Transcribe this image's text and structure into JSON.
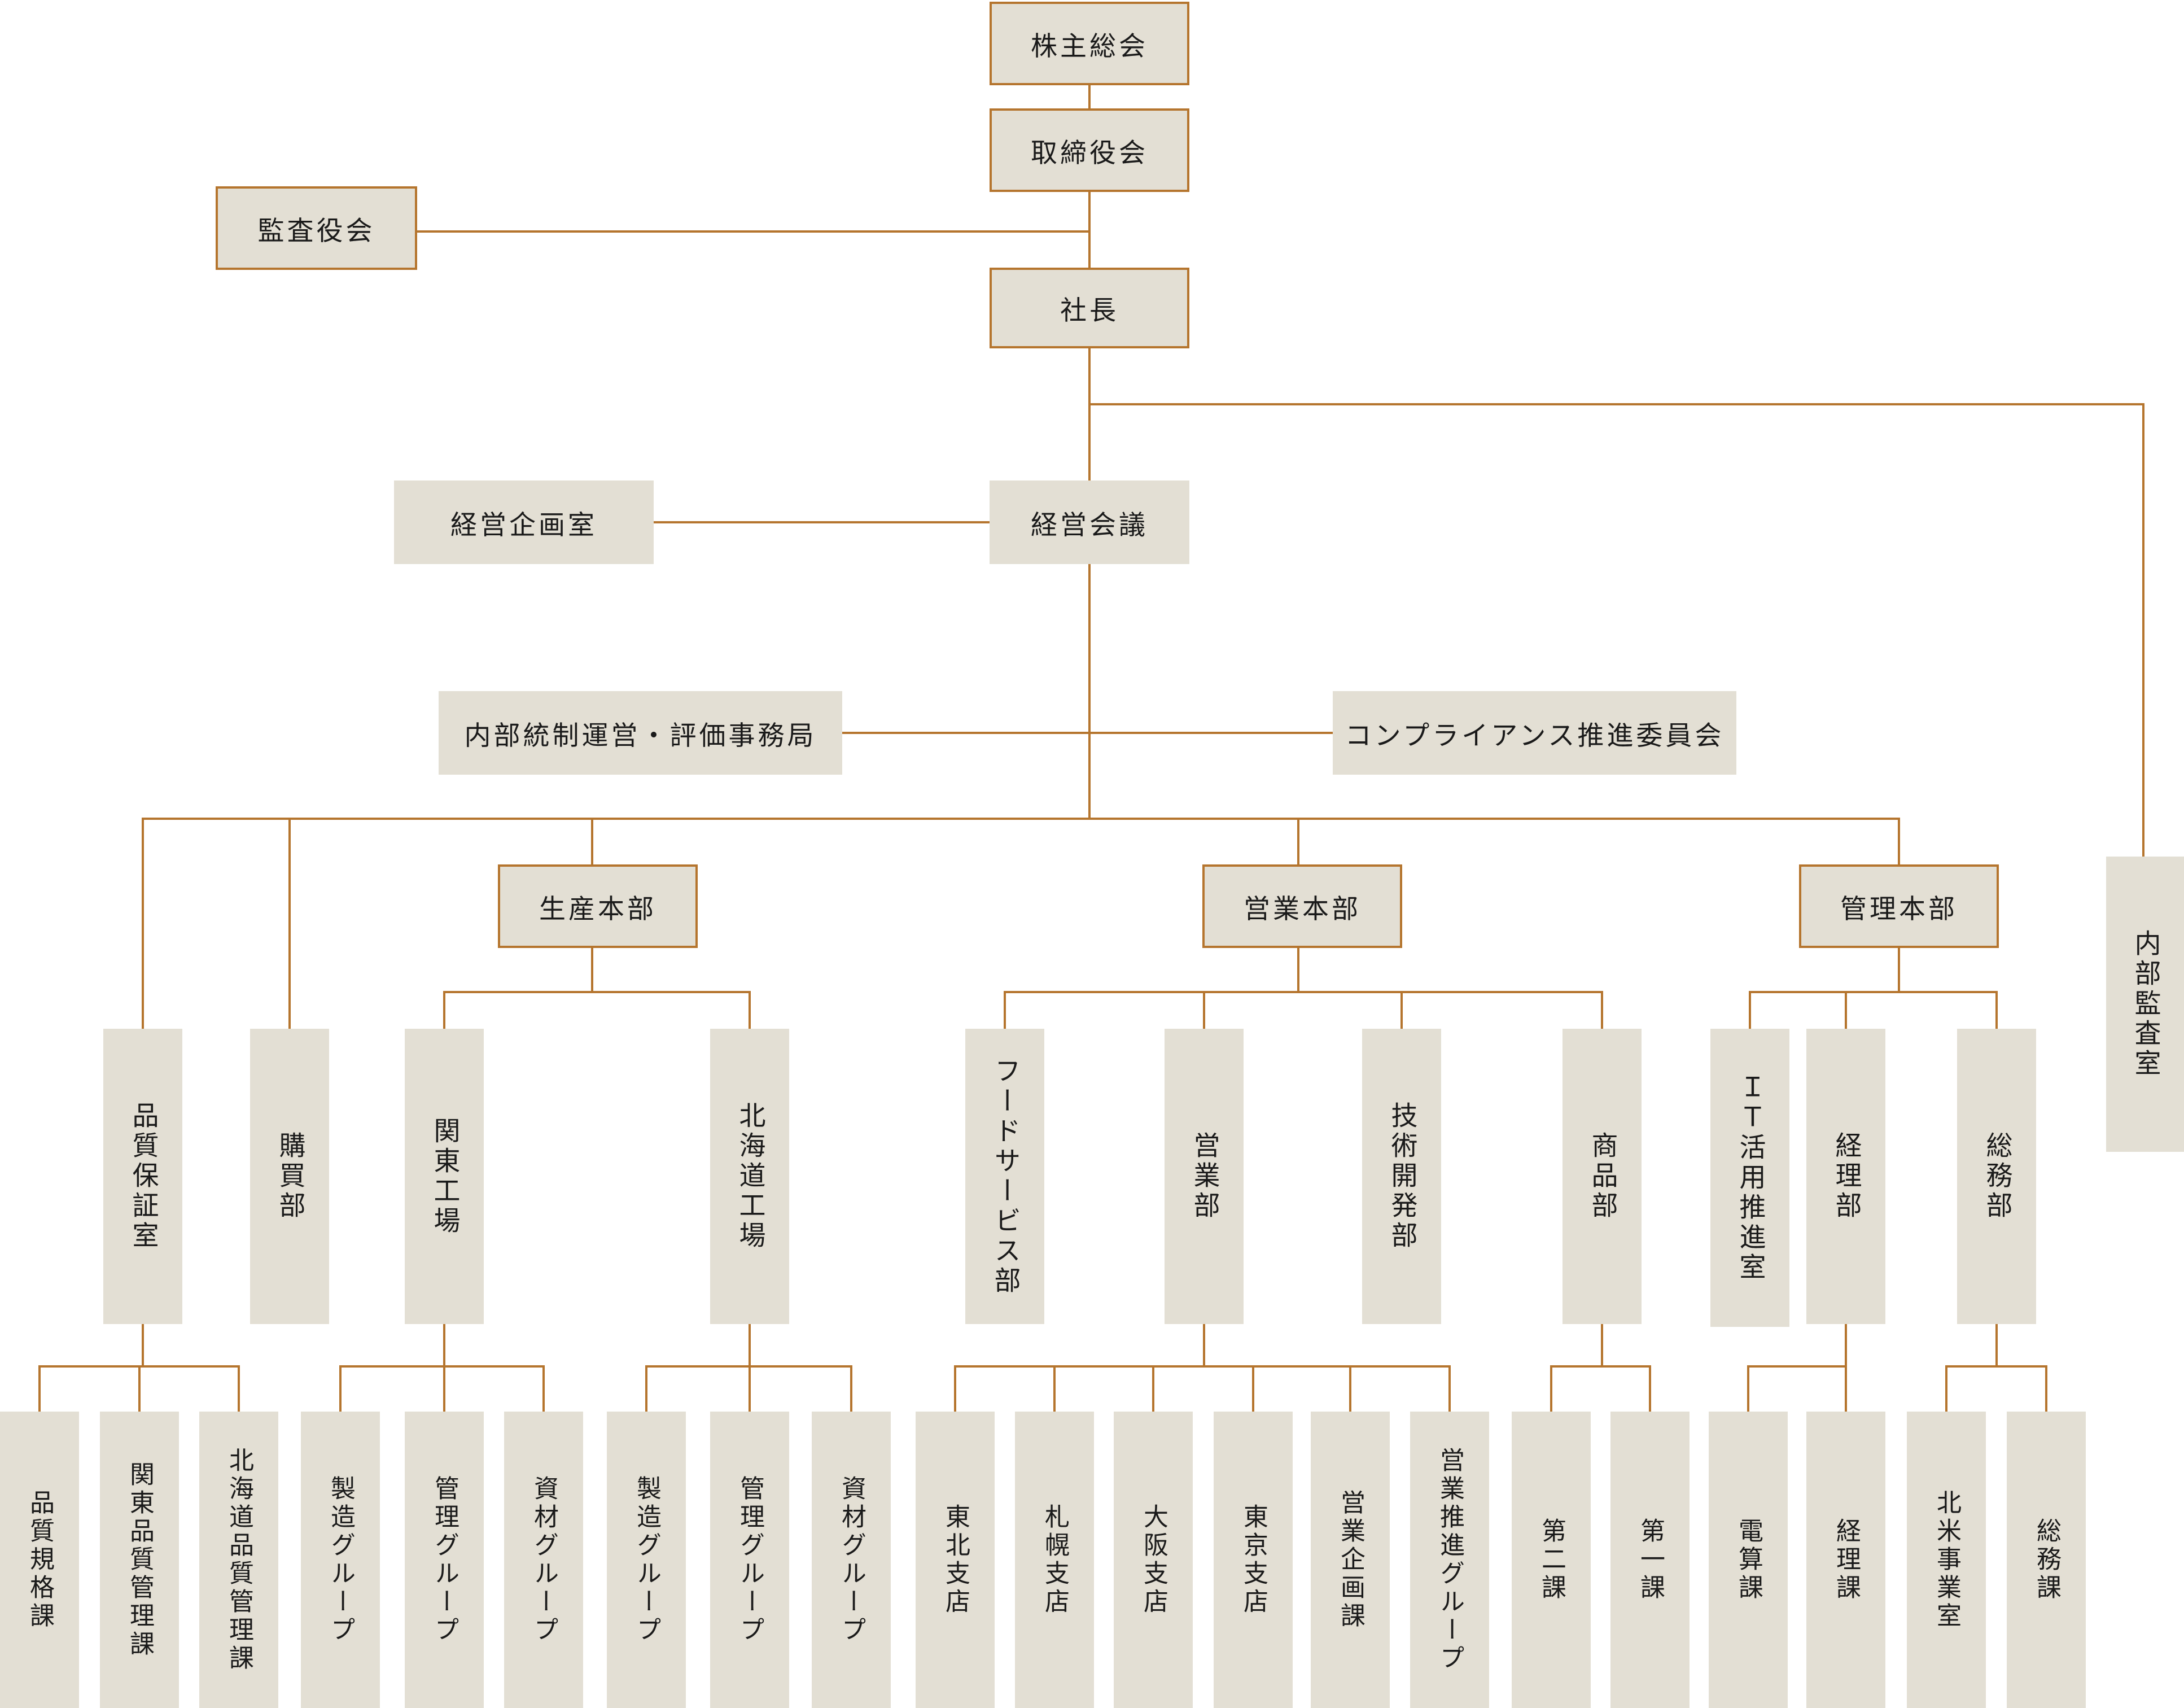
{
  "colors": {
    "line": "#b5752e",
    "fill": "#e3dfd4",
    "text": "#1a1a1a"
  },
  "nodes": {
    "shareholders": "株主総会",
    "board": "取締役会",
    "auditors": "監査役会",
    "president": "社長",
    "mgmt_meeting": "経営会議",
    "planning_office": "経営企画室",
    "internal_control": "内部統制運営・評価事務局",
    "compliance": "コンプライアンス推進委員会",
    "internal_audit": "内部監査室",
    "production_hq": "生産本部",
    "sales_hq": "営業本部",
    "admin_hq": "管理本部",
    "quality_assurance": "品質保証室",
    "purchasing": "購買部",
    "kanto_factory": "関東工場",
    "hokkaido_factory": "北海道工場",
    "food_service": "フードサービス部",
    "sales_dept": "営業部",
    "tech_dev": "技術開発部",
    "products": "商品部",
    "it_office": "ＩＴ活用推進室",
    "accounting_dept": "経理部",
    "general_affairs_dept": "総務部",
    "qs": "品質規格課",
    "kanto_qc": "関東品質管理課",
    "hokkaido_qc": "北海道品質管理課",
    "k_mfg": "製造グループ",
    "k_mgmt": "管理グループ",
    "k_mat": "資材グループ",
    "h_mfg": "製造グループ",
    "h_mgmt": "管理グループ",
    "h_mat": "資材グループ",
    "tohoku": "東北支店",
    "sapporo": "札幌支店",
    "osaka": "大阪支店",
    "tokyo": "東京支店",
    "sales_planning": "営業企画課",
    "sales_promo": "営業推進グループ",
    "sec2": "第二課",
    "sec1": "第一課",
    "computing": "電算課",
    "accounting_sec": "経理課",
    "na_office": "北米事業室",
    "general_affairs_sec": "総務課"
  }
}
